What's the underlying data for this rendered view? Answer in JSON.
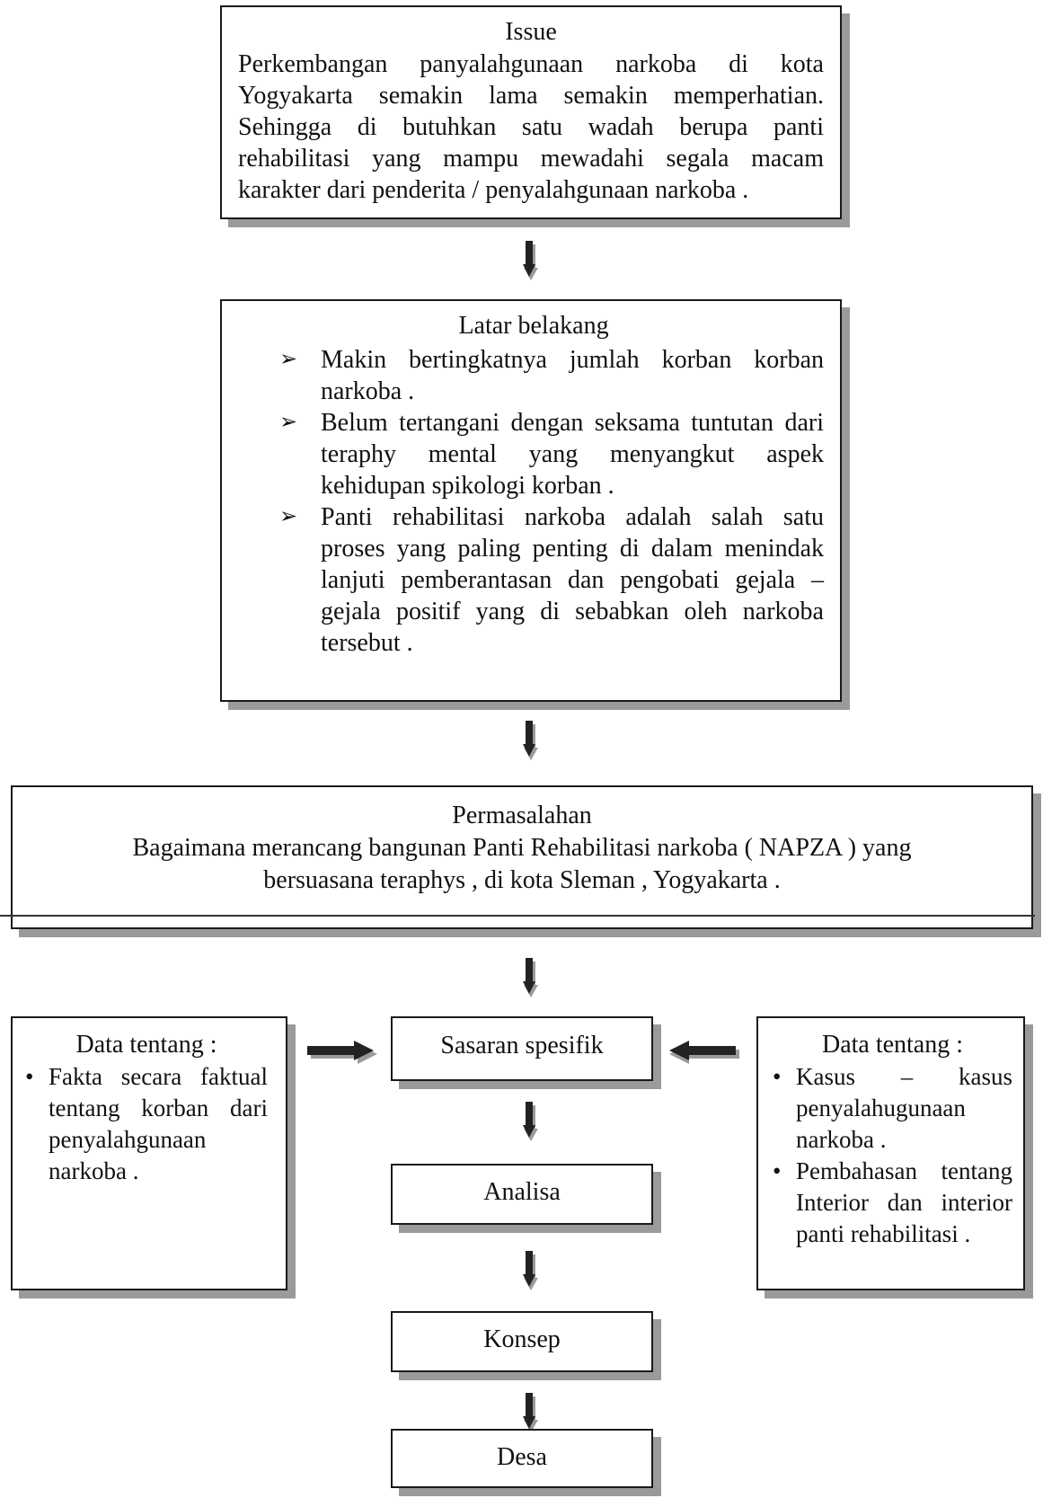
{
  "issue": {
    "title": "Issue",
    "body": "Perkembangan panyalahgunaan narkoba di kota Yogyakarta semakin lama semakin memperhatian. Sehingga di butuhkan satu wadah berupa panti rehabilitasi yang mampu mewadahi segala macam karakter dari penderita / penyalahgunaan narkoba ."
  },
  "latar": {
    "title": "Latar belakang",
    "bullet_marker": "➢",
    "items": [
      "Makin bertingkatnya jumlah korban korban narkoba .",
      "Belum tertangani dengan seksama tuntutan dari teraphy mental yang menyangkut aspek kehidupan spikologi korban .",
      "Panti rehabilitasi narkoba adalah salah satu proses yang paling penting di dalam menindak lanjuti pemberantasan dan pengobati gejala – gejala positif yang di sebabkan oleh narkoba tersebut ."
    ]
  },
  "permasalahan": {
    "title": "Permasalahan",
    "body": "Bagaimana merancang bangunan Panti Rehabilitasi narkoba ( NAPZA ) yang bersuasana teraphys , di kota Sleman , Yogyakarta ."
  },
  "data_left": {
    "title": "Data tentang :",
    "bullet_marker": "•",
    "items": [
      "Fakta secara faktual tentang korban dari penyalahgunaan narkoba ."
    ]
  },
  "data_right": {
    "title": "Data tentang :",
    "bullet_marker": "•",
    "items": [
      "Kasus – kasus penyalahugunaan narkoba .",
      "Pembahasan tentang Interior dan interior panti rehabilitasi ."
    ]
  },
  "steps": {
    "sasaran": "Sasaran spesifik",
    "analisa": "Analisa",
    "konsep": "Konsep",
    "desa": "Desa"
  },
  "colors": {
    "border": "#1a1a1a",
    "shadow": "#9a9a9a",
    "arrow": "#222222",
    "arrow_shade": "#9a9a9a"
  }
}
